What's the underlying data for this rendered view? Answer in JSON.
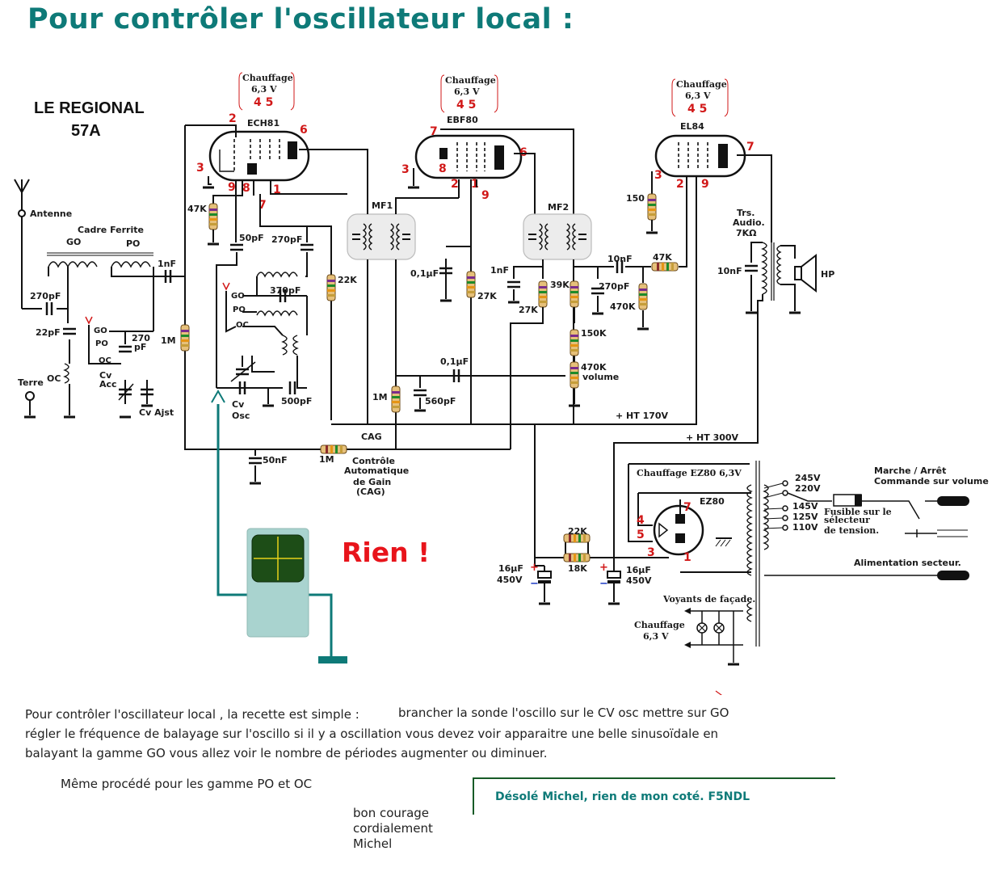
{
  "title": "Pour contrôler l'oscillateur local :",
  "schematic": {
    "model": [
      "LE REGIONAL",
      "57A"
    ],
    "tubes": [
      {
        "name": "ECH81",
        "heater": [
          "Chauffage",
          "6,3 V",
          "4 5"
        ],
        "pins": [
          "2",
          "6",
          "3",
          "9",
          "8",
          "1",
          "7"
        ]
      },
      {
        "name": "EBF80",
        "heater": [
          "Chauffage",
          "6,3 V",
          "4 5"
        ],
        "pins": [
          "7",
          "6",
          "3",
          "8",
          "2",
          "1",
          "9"
        ]
      },
      {
        "name": "EL84",
        "heater": [
          "Chauffage",
          "6,3 V",
          "4 5"
        ],
        "pins": [
          "7",
          "3",
          "2",
          "9"
        ]
      },
      {
        "name": "EZ80",
        "heater": [
          "Chauffage EZ80 6,3V"
        ],
        "pins": [
          "7",
          "4",
          "5",
          "3",
          "1"
        ]
      }
    ],
    "labels": {
      "antenna": "Antenne",
      "ferrite": "Cadre Ferrite",
      "go": "GO",
      "po": "PO",
      "oc": "OC",
      "ground": "Terre",
      "cv_acc": [
        "Cv",
        "Acc"
      ],
      "cv_ajst": "Cv Ajst",
      "cv_osc": [
        "Cv",
        "Osc"
      ],
      "mf1": "MF1",
      "mf2": "MF2",
      "cag": "CAG",
      "cag_full": [
        "Contrôle",
        "Automatique",
        "de Gain",
        "(CAG)"
      ],
      "volume": "volume",
      "ht170": "+ HT 170V",
      "ht300": "+ HT 300V",
      "transformer": [
        "Trs.",
        "Audio.",
        "7KΩ"
      ],
      "hp": "HP",
      "switch": [
        "Marche / Arrêt",
        "Commande sur volume"
      ],
      "fuse": [
        "Fusible sur le",
        "sélecteur",
        "de tension."
      ],
      "mains": "Alimentation secteur.",
      "pilot": "Voyants de façade.",
      "heater_out": [
        "Chauffage",
        "6,3 V"
      ],
      "taps": [
        "245V",
        "220V",
        "145V",
        "125V",
        "110V"
      ]
    },
    "components": {
      "c270pf_ant": "270pF",
      "c22pf": "22pF",
      "c270pf_po": [
        "270",
        "pF"
      ],
      "c1nf_in": "1nF",
      "r1m_grid": "1M",
      "r47k": "47K",
      "c50pf_osc": "50pF",
      "c270pf_osc": "270pF",
      "c370pf": "370pF",
      "c500pf": "500pF",
      "r22k_osc": "22K",
      "c50nf": "50nF",
      "r1m_cag": "1M",
      "c01uf_mf1": "0,1µF",
      "r27k_mf1": "27K",
      "r1m_b": "1M",
      "c560pf": "560pF",
      "c01uf_audio": "0,1µF",
      "c1nf_det": "1nF",
      "r27k_det": "27K",
      "r39k": "39K",
      "c270pf_det": "270pF",
      "c10nf_cpl": "10nF",
      "r47k_cpl": "47K",
      "r470k": "470K",
      "r150k": "150K",
      "r470k_vol": "470K",
      "r150": "150",
      "c10nf_out": "10nF",
      "r22k_ps": "22K",
      "r18k_ps": "18K",
      "c16uf_a": [
        "16µF",
        "450V"
      ],
      "c16uf_b": [
        "16µF",
        "450V"
      ]
    }
  },
  "body": {
    "line1a": "Pour contrôler l'oscillateur local , la recette est simple :",
    "line1b": "brancher la sonde l'oscillo sur le CV osc  mettre sur GO",
    "line2": "régler le fréquence de balayage sur l'oscillo si il y a oscillation vous devez voir apparaitre une belle sinusoïdale en",
    "line3": "balayant la gamme GO vous allez voir le nombre de périodes augmenter ou diminuer.",
    "line4": "Même procédé pour les gamme PO et OC",
    "signoff": [
      "bon courage",
      "cordialement",
      "Michel"
    ]
  },
  "rien": "Rien !",
  "reply": "Désolé Michel, rien de mon coté. F5NDL",
  "colors": {
    "title": "#0e7a78",
    "pin_numbers": "#d11818",
    "rien": "#e8141b",
    "reply": "#0e7a78",
    "scope_screen": "#1d4d17",
    "scope_body": "#a9d3cf"
  }
}
